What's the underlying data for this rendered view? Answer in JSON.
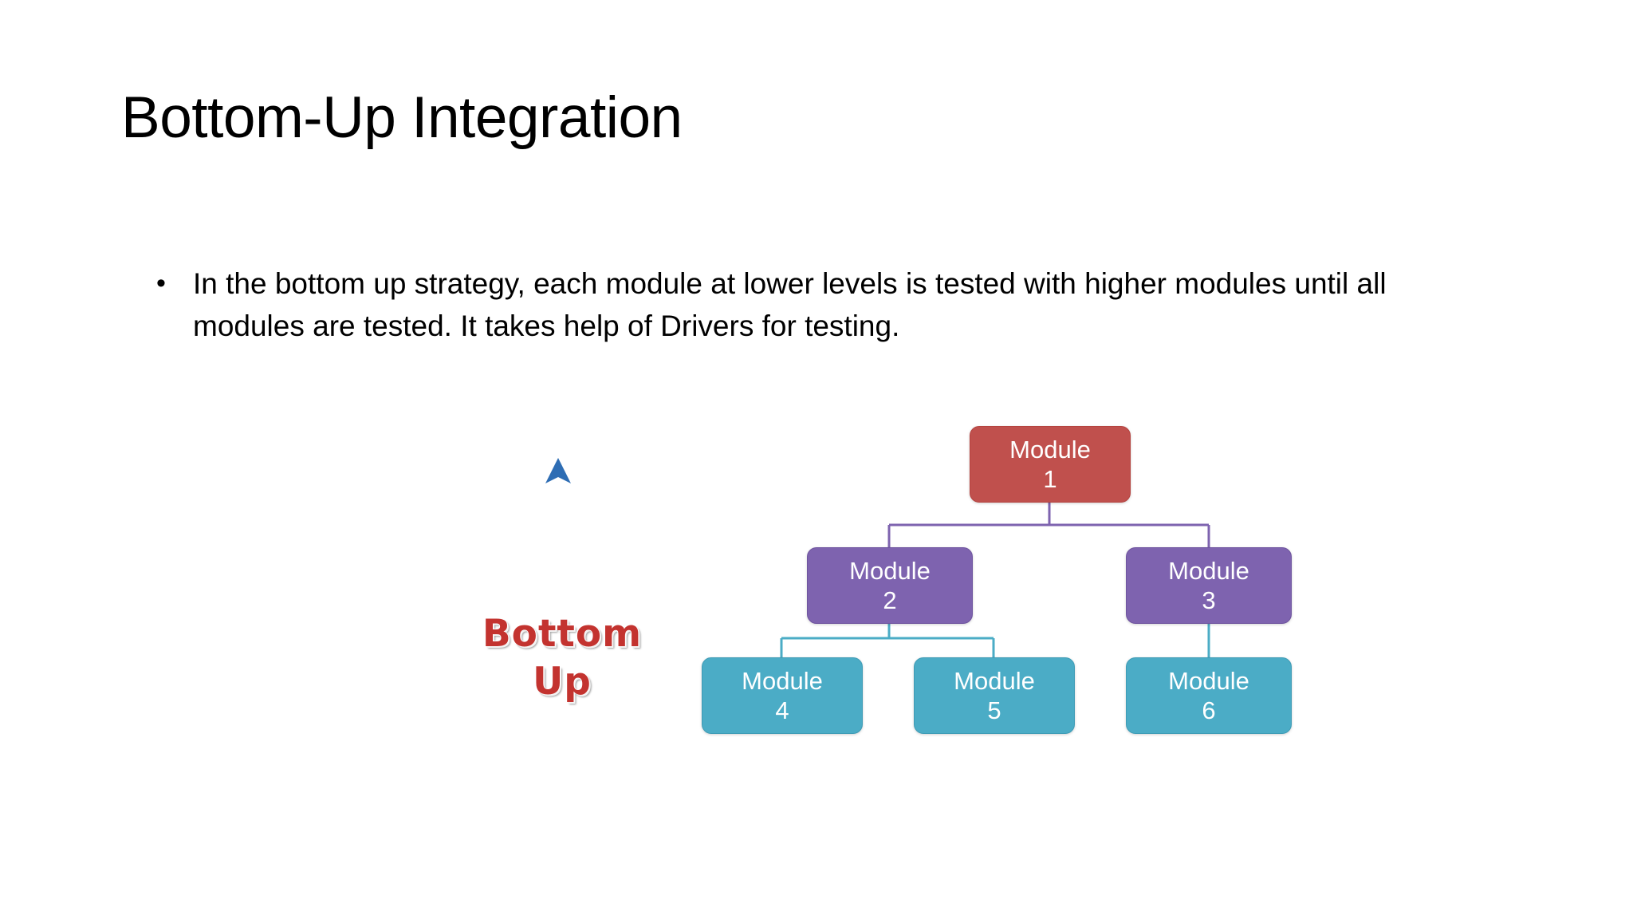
{
  "slide": {
    "title": "Bottom-Up Integration",
    "background_color": "#FFFFFF",
    "title_color": "#000000"
  },
  "body": {
    "bullets": [
      {
        "marker": "•",
        "text": "In the bottom up strategy, each module at lower levels is tested with higher modules until all modules are tested. It takes help of Drivers for testing."
      }
    ]
  },
  "diagram": {
    "type": "tree",
    "direction_label": {
      "line1": "Bottom",
      "line2": "Up",
      "color": "#C3332F",
      "outline_color": "#FFFFFF"
    },
    "arrow": {
      "name": "upward-arrow",
      "direction": "up",
      "color": "#3B75B8"
    },
    "colors": {
      "level1": "#C0504D",
      "level2": "#7E63AF",
      "level3": "#4BACC6",
      "label_text": "#FFFFFF"
    },
    "nodes": [
      {
        "id": "module-1",
        "name": "Module",
        "number": "1",
        "level": 1,
        "color": "#C0504D"
      },
      {
        "id": "module-2",
        "name": "Module",
        "number": "2",
        "level": 2,
        "color": "#7E63AF"
      },
      {
        "id": "module-3",
        "name": "Module",
        "number": "3",
        "level": 2,
        "color": "#7E63AF"
      },
      {
        "id": "module-4",
        "name": "Module",
        "number": "4",
        "level": 3,
        "color": "#4BACC6"
      },
      {
        "id": "module-5",
        "name": "Module",
        "number": "5",
        "level": 3,
        "color": "#4BACC6"
      },
      {
        "id": "module-6",
        "name": "Module",
        "number": "6",
        "level": 3,
        "color": "#4BACC6"
      }
    ],
    "edges": [
      {
        "from": "module-1",
        "to": "module-2",
        "color": "#7E63AF"
      },
      {
        "from": "module-1",
        "to": "module-3",
        "color": "#7E63AF"
      },
      {
        "from": "module-2",
        "to": "module-4",
        "color": "#4BACC6"
      },
      {
        "from": "module-2",
        "to": "module-5",
        "color": "#4BACC6"
      },
      {
        "from": "module-3",
        "to": "module-6",
        "color": "#4BACC6"
      }
    ]
  }
}
